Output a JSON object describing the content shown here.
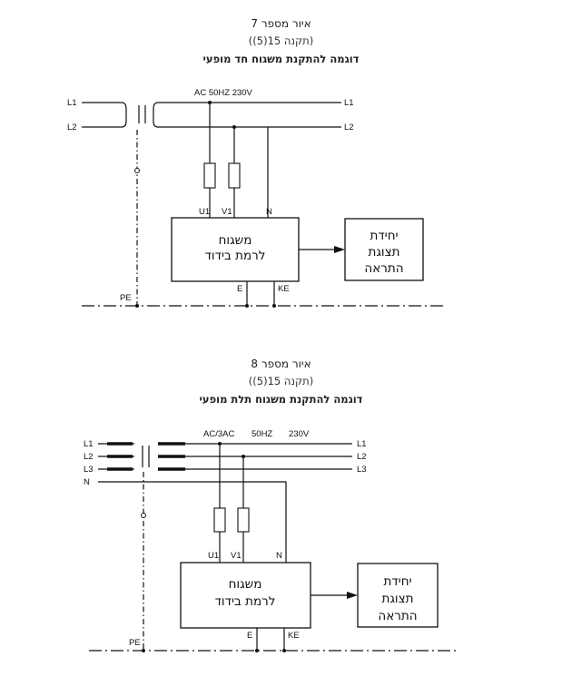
{
  "fig7": {
    "title": "איור מספר 7",
    "ref": "(תקנה 15(5))",
    "caption": "דוגמה להתקנת משגוח חד מופעי",
    "supply": "AC 50HZ 230V",
    "in_l1": "L1",
    "in_l2": "L2",
    "out_l1": "L1",
    "out_l2": "L2",
    "u1": "U1",
    "v1": "V1",
    "n": "N",
    "e": "E",
    "ke": "KE",
    "pe": "PE",
    "monitor_line1": "משגוח",
    "monitor_line2": "לרמת בידוד",
    "alarm_line1": "יחידת",
    "alarm_line2": "תצוגת",
    "alarm_line3": "התראה"
  },
  "fig8": {
    "title": "איור מספר 8",
    "ref": "(תקנה 15(5))",
    "caption": "דוגמה להתקנת משגוח תלת מופעי",
    "supply_ac": "AC/3AC",
    "supply_hz": "50HZ",
    "supply_v": "230V",
    "in_l1": "L1",
    "in_l2": "L2",
    "in_l3": "L3",
    "in_n": "N",
    "out_l1": "L1",
    "out_l2": "L2",
    "out_l3": "L3",
    "u1": "U1",
    "v1": "V1",
    "n": "N",
    "e": "E",
    "ke": "KE",
    "pe": "PE",
    "monitor_line1": "משגוח",
    "monitor_line2": "לרמת בידוד",
    "alarm_line1": "יחידת",
    "alarm_line2": "תצוגת",
    "alarm_line3": "התראה"
  }
}
